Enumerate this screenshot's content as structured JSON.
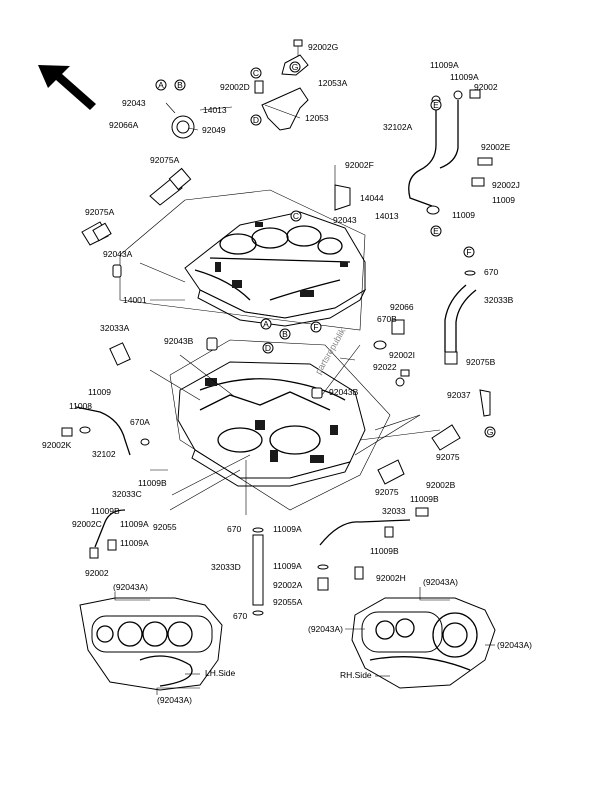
{
  "labels": {
    "l92002G": "92002G",
    "l92002D": "92002D",
    "l12053A": "12053A",
    "l92043a": "92043",
    "l14013a": "14013",
    "l92066A": "92066A",
    "l92049": "92049",
    "l12053": "12053",
    "l11009A_t1": "11009A",
    "l11009A_t2": "11009A",
    "l92002_t": "92002",
    "l32102A": "32102A",
    "l92002E": "92002E",
    "l92002J": "92002J",
    "l11009_r1": "11009",
    "l11009_r2": "11009",
    "l92075A_a": "92075A",
    "l92002F": "92002F",
    "l14044": "14044",
    "l92075A_b": "92075A",
    "l92043b": "92043",
    "l14013b": "14013",
    "l92043A": "92043A",
    "l670_r": "670",
    "l14001": "14001",
    "l32033B": "32033B",
    "l92066": "92066",
    "l670B": "670B",
    "l32033A": "32033A",
    "l92043B_a": "92043B",
    "l92002I": "92002I",
    "l92022": "92022",
    "l92075B": "92075B",
    "l11009_l": "11009",
    "l11008": "11008",
    "l92043B_b": "92043B",
    "l92037": "92037",
    "l670A": "670A",
    "l92002K": "92002K",
    "l32102": "32102",
    "l92075_r": "92075",
    "l11009B_a": "11009B",
    "l32033C": "32033C",
    "l92075_c": "92075",
    "l92002B": "92002B",
    "l11009B_b": "11009B",
    "l11009B_c": "11009B",
    "l92055": "92055",
    "l670_c": "670",
    "l11009A_c": "11009A",
    "l32033": "32033",
    "l92002C": "92002C",
    "l11009A_l": "11009A",
    "l11009B_d": "11009B",
    "l11009A_l2": "11009A",
    "l32033D": "32033D",
    "l11009A_c2": "11009A",
    "l92002H": "92002H",
    "l92002_l": "92002",
    "l92002A": "92002A",
    "l92043A_lt": "(92043A)",
    "l92055A": "92055A",
    "l92043A_rt": "(92043A)",
    "l670_b": "670",
    "l92043A_rl": "(92043A)",
    "l92043A_rr": "(92043A)",
    "lLHside": "LH.Side",
    "lRHside": "RH.Side",
    "l92043A_lb": "(92043A)"
  },
  "callouts": {
    "A": "A",
    "B": "B",
    "C": "C",
    "D": "D",
    "E": "E",
    "F": "F",
    "G": "G"
  },
  "watermark": "partsrepublik"
}
